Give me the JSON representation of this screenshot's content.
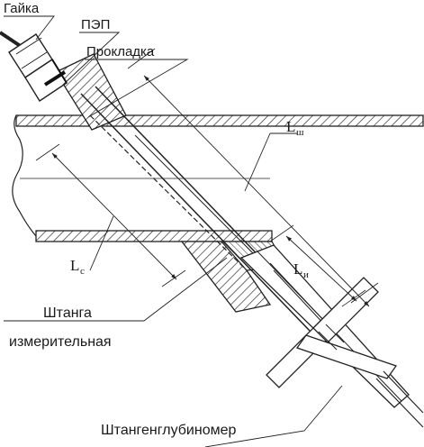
{
  "labels": {
    "nut": "Гайка",
    "transducer": "ПЭП",
    "gasket": "Прокладка",
    "rod_line1": "Штанга",
    "rod_line2": "измерительная",
    "depth_gauge": "Штангенглубиномер"
  },
  "dimensions": {
    "lsh_main": "L",
    "lsh_sub": "ш",
    "lc_main": "L",
    "lc_sub": "c",
    "li_main": "L",
    "li_sub": "и"
  }
}
